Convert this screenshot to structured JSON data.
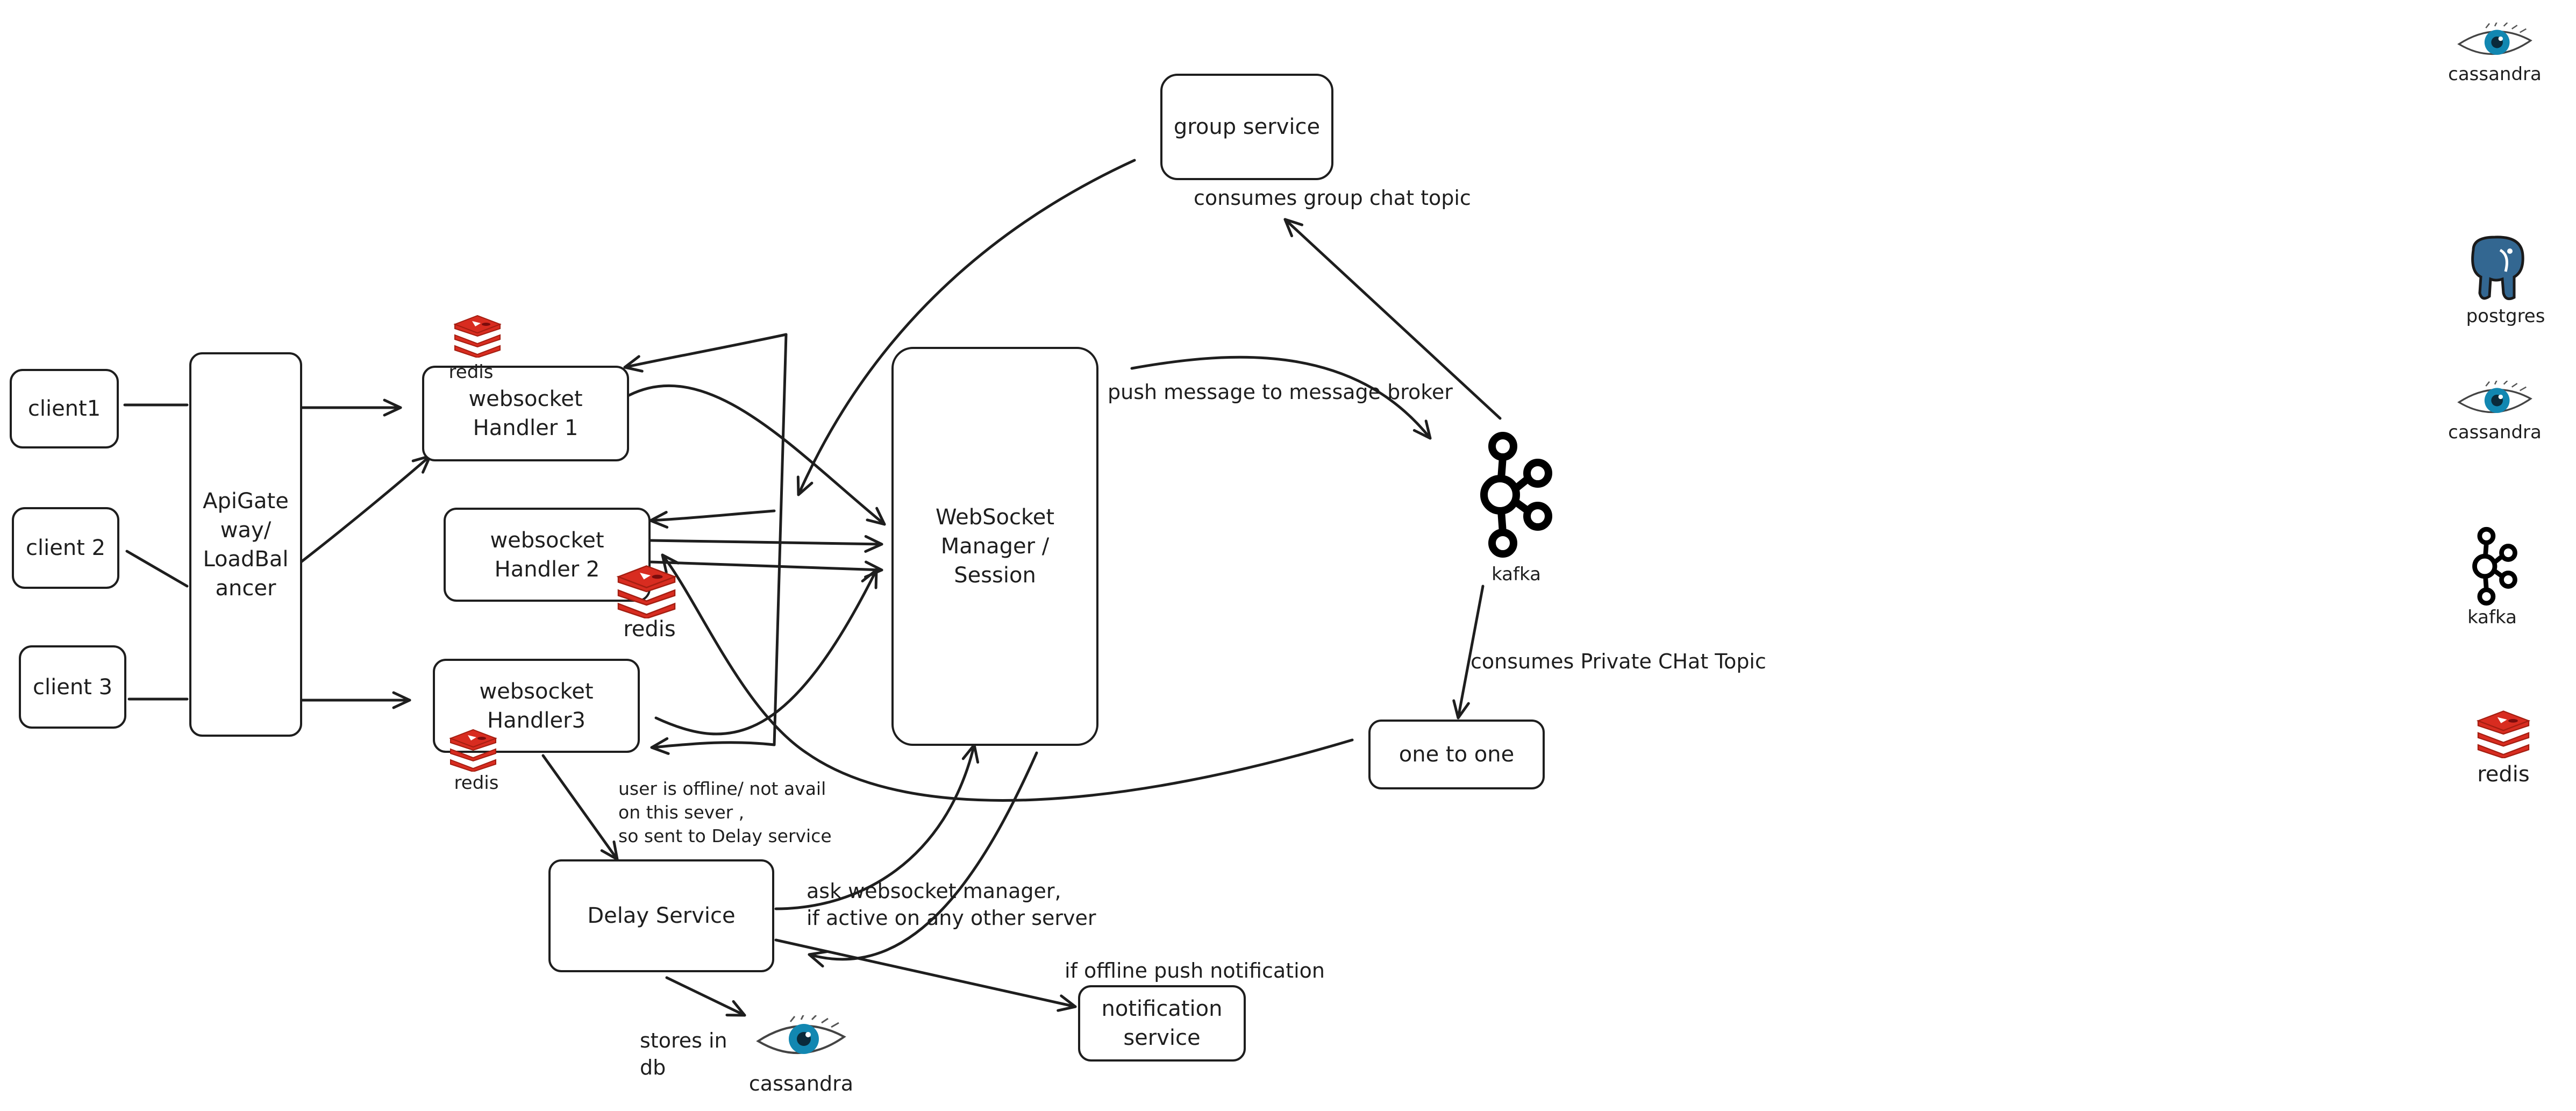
{
  "nodes": {
    "client1": "client1",
    "client2": "client 2",
    "client3": "client 3",
    "gateway": "ApiGate\nway/\nLoadBal\nancer",
    "ws1": "websocket\nHandler 1",
    "ws2": "websocket\nHandler 2",
    "ws3": "websocket\nHandler3",
    "manager": "WebSocket\nManager /\nSession",
    "group_service": "group service",
    "one_to_one": "one to one",
    "delay_service": "Delay Service",
    "notification_service": "notification\nservice"
  },
  "labels": {
    "consumes_group": "consumes group chat topic",
    "push_broker": "push message to message broker",
    "consumes_private": "consumes Private CHat Topic",
    "user_offline": "user is offline/ not avail\non this sever  ,\nso sent to Delay service",
    "ask_manager": "ask websocket manager,\nif active on any other server",
    "if_offline": "if offline push notification",
    "stores_in_db": "stores in\ndb"
  },
  "icons": {
    "redis_ws1": {
      "name": "redis-icon",
      "caption": "redis",
      "color": "#d82c20"
    },
    "redis_ws2": {
      "name": "redis-icon",
      "caption": "redis",
      "color": "#d82c20"
    },
    "redis_ws3": {
      "name": "redis-icon",
      "caption": "redis",
      "color": "#d82c20"
    },
    "kafka_main": {
      "name": "kafka-icon",
      "caption": "kafka"
    },
    "cassandra_delay": {
      "name": "cassandra-eye-icon",
      "caption": "cassandra",
      "color": "#1287b1"
    }
  },
  "legend": {
    "cassandra_top": "cassandra",
    "postgres": "postgres",
    "cassandra_mid": "cassandra",
    "kafka": "kafka",
    "redis": "redis"
  }
}
